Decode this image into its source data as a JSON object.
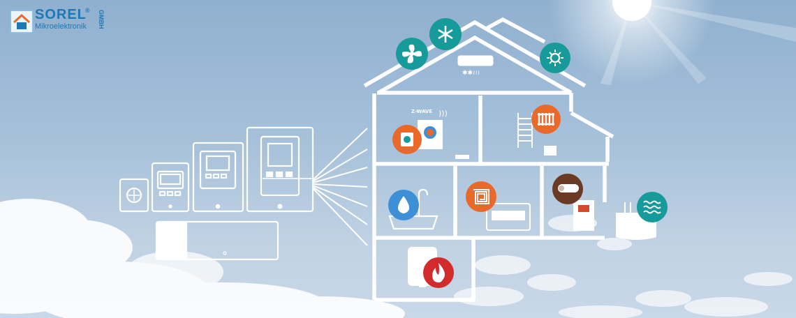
{
  "brand": {
    "name": "SOREL",
    "registered_mark": "®",
    "subtitle": "Mikroelektronik",
    "legal_form": "GMBH"
  },
  "device_labels": {
    "zwave_badge": "Z-WAVE"
  },
  "icons": [
    {
      "name": "fan",
      "color": "#179a9a"
    },
    {
      "name": "snowflake",
      "color": "#179a9a"
    },
    {
      "name": "sun",
      "color": "#179a9a"
    },
    {
      "name": "thermostat",
      "color": "#e8692a"
    },
    {
      "name": "radiator",
      "color": "#e8692a"
    },
    {
      "name": "water-drop",
      "color": "#3d8fd6"
    },
    {
      "name": "floor-heating",
      "color": "#e8692a"
    },
    {
      "name": "firewood",
      "color": "#6b3a24"
    },
    {
      "name": "pool-waves",
      "color": "#179a9a"
    },
    {
      "name": "flame",
      "color": "#d22b2b"
    }
  ],
  "colors": {
    "sky_top": "#8fb0cf",
    "sky_bottom": "#c9d8e8",
    "line": "#ffffff",
    "brand_blue": "#1e78b4"
  }
}
